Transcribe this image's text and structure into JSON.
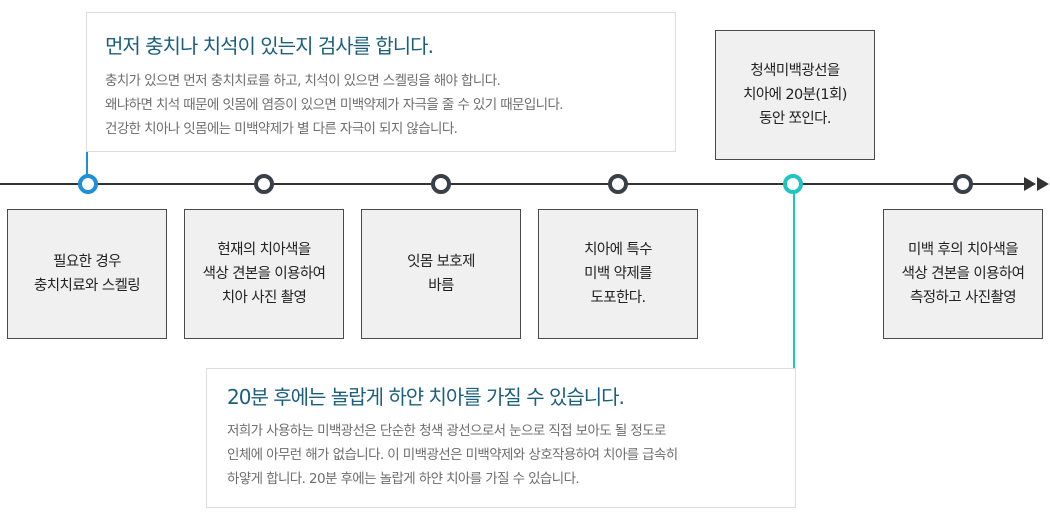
{
  "callouts": {
    "top": {
      "title": "먼저 충치나 치석이 있는지 검사를 합니다.",
      "body": [
        "충치가 있으면 먼저 충치치료를 하고, 치석이 있으면 스켈링을 해야 합니다.",
        "왜냐하면 치석 때문에 잇몸에 염증이 있으면 미백약제가 자극을 줄 수 있기 때문입니다.",
        "건강한 치아나 잇몸에는 미백약제가 별 다른 자극이 되지 않습니다."
      ]
    },
    "bottom": {
      "title": "20분 후에는 놀랍게 하얀 치아를 가질 수 있습니다.",
      "body": [
        "저희가 사용하는 미백광선은 단순한 청색 광선으로서 눈으로 직접 보아도 될 정도로",
        "인체에 아무런 해가 없습니다. 이 미백광선은 미백약제와 상호작용하여 치아를 급속히",
        "하얗게 합니다. 20분 후에는 놀랍게 하얀 치아를 가질 수 있습니다."
      ]
    }
  },
  "steps": {
    "s1": "필요한 경우\n충치치료와 스켈링",
    "s2": "현재의 치아색을\n색상 견본을 이용하여\n치아 사진 촬영",
    "s3": "잇몸 보호제\n바름",
    "s4": "치아에 특수\n미백 약제를\n도포한다.",
    "s5": "청색미백광선을\n치아에 20분(1회)\n동안 쪼인다.",
    "s6": "미백 후의 치아색을\n색상 견본을 이용하여\n측정하고 사진촬영"
  },
  "colors": {
    "title": "#1b5f7d",
    "blue_accent": "#1f8fd6",
    "teal_accent": "#1fc5c0",
    "node": "#3a3f4a",
    "box_fill": "#f0f0f0"
  }
}
